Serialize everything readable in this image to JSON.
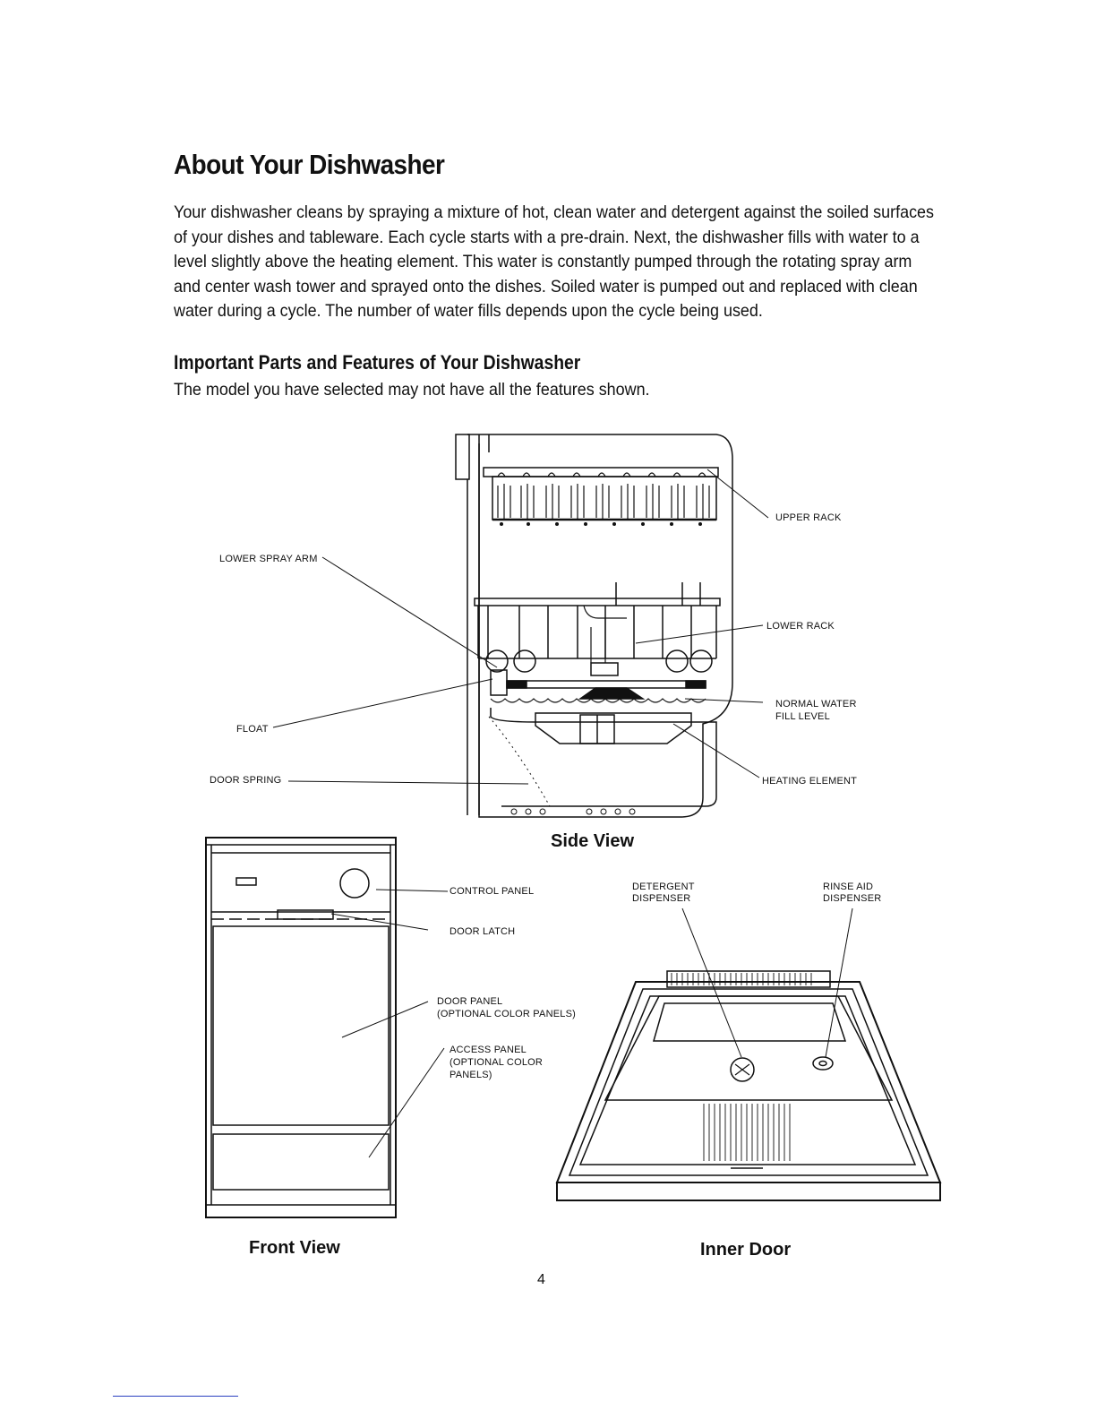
{
  "title": "About Your Dishwasher",
  "intro": "Your dishwasher cleans by spraying a mixture of hot, clean water and detergent against the soiled surfaces of your dishes and tableware. Each cycle starts with a pre-drain. Next, the dishwasher fills with water to a level slightly above the heating element. This water is constantly pumped through the rotating spray arm and center wash tower and sprayed onto the dishes. Soiled water is pumped out and replaced with clean water during a cycle. The number of water fills depends upon the cycle being used.",
  "features": {
    "heading": "Important Parts and Features of Your Dishwasher",
    "note": "The model you have selected may not have all the features shown."
  },
  "side_view": {
    "caption": "Side View",
    "labels": {
      "upper_rack": "UPPER RACK",
      "lower_spray_arm": "LOWER SPRAY ARM",
      "lower_rack": "LOWER RACK",
      "normal_water_1": "NORMAL WATER",
      "normal_water_2": "FILL LEVEL",
      "float": "FLOAT",
      "door_spring": "DOOR SPRING",
      "heating_element": "HEATING ELEMENT"
    }
  },
  "front_view": {
    "caption": "Front View",
    "labels": {
      "control_panel": "CONTROL PANEL",
      "door_latch": "DOOR LATCH",
      "door_panel_1": "DOOR PANEL",
      "door_panel_2": "(OPTIONAL COLOR PANELS)",
      "access_panel_1": "ACCESS PANEL",
      "access_panel_2": "(OPTIONAL COLOR",
      "access_panel_3": "PANELS)"
    }
  },
  "inner_door": {
    "caption": "Inner Door",
    "labels": {
      "detergent_1": "DETERGENT",
      "detergent_2": "DISPENSER",
      "rinse_1": "RINSE AID",
      "rinse_2": "DISPENSER"
    }
  },
  "page_number": "4"
}
